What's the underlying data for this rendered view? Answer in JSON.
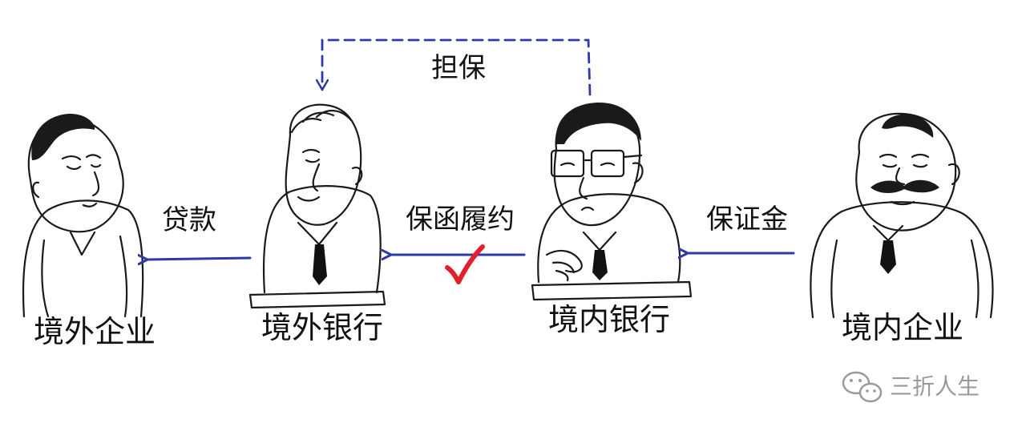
{
  "title": "",
  "nodes": {
    "overseas_company": "境外企业",
    "overseas_bank": "境外银行",
    "domestic_bank": "境内银行",
    "domestic_company": "境内企业"
  },
  "edges": {
    "guarantee": "担保",
    "loan": "贷款",
    "guarantee_performance": "保函履约",
    "deposit": "保证金"
  },
  "watermark": {
    "text": "三折人生",
    "icon": "wechat-icon"
  },
  "colors": {
    "arrow": "#2f3aa8",
    "check": "#e0202a",
    "ink": "#1a1a1a",
    "watermark": "#9a9a9a"
  }
}
